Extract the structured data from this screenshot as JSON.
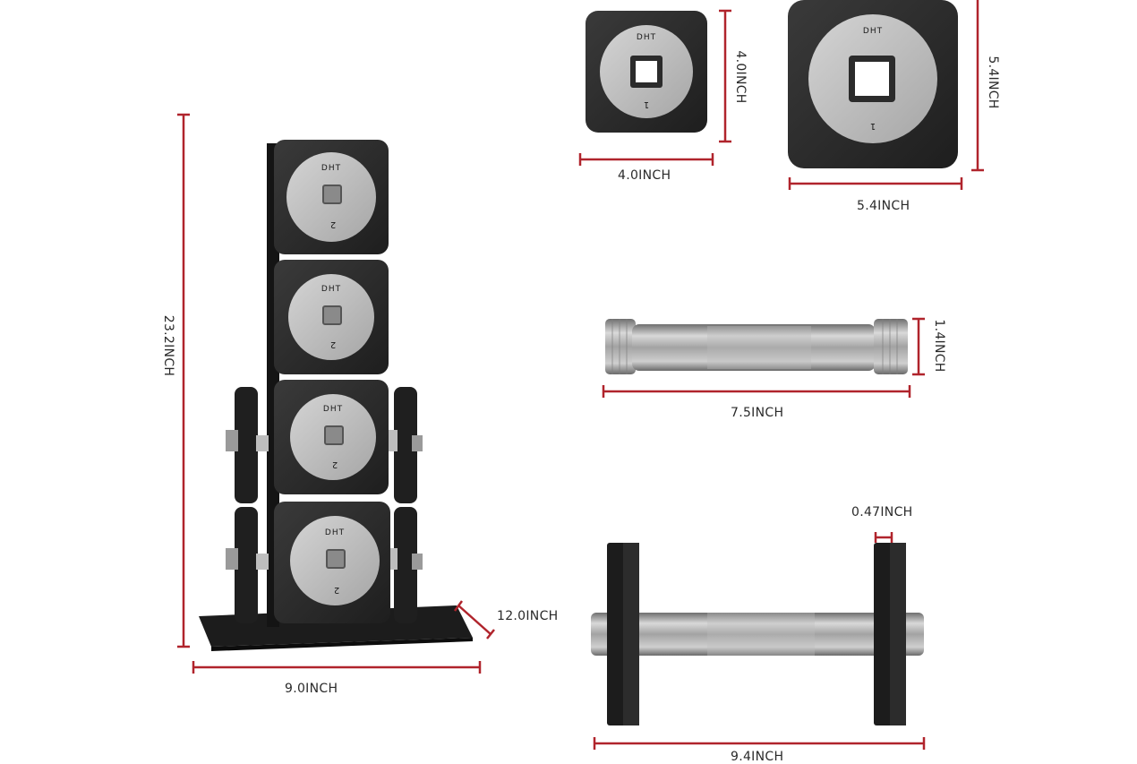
{
  "brand": {
    "logo": "DHT"
  },
  "plate_label": {
    "small": "1",
    "large": "1",
    "stack": "2"
  },
  "colors": {
    "dimension_line": "#b0242c",
    "plate_body": "#2b2b2b",
    "plate_disc": "#b8b8b8",
    "handle": "#a8a8a8"
  },
  "dimensions": {
    "rack_height": "23.2INCH",
    "rack_width": "9.0INCH",
    "rack_depth": "12.0INCH",
    "small_plate_height": "4.0INCH",
    "small_plate_width": "4.0INCH",
    "large_plate_height": "5.4INCH",
    "large_plate_width": "5.4INCH",
    "handle_diameter": "1.4INCH",
    "handle_length": "7.5INCH",
    "plate_thickness": "0.47INCH",
    "dumbbell_length": "9.4INCH"
  }
}
